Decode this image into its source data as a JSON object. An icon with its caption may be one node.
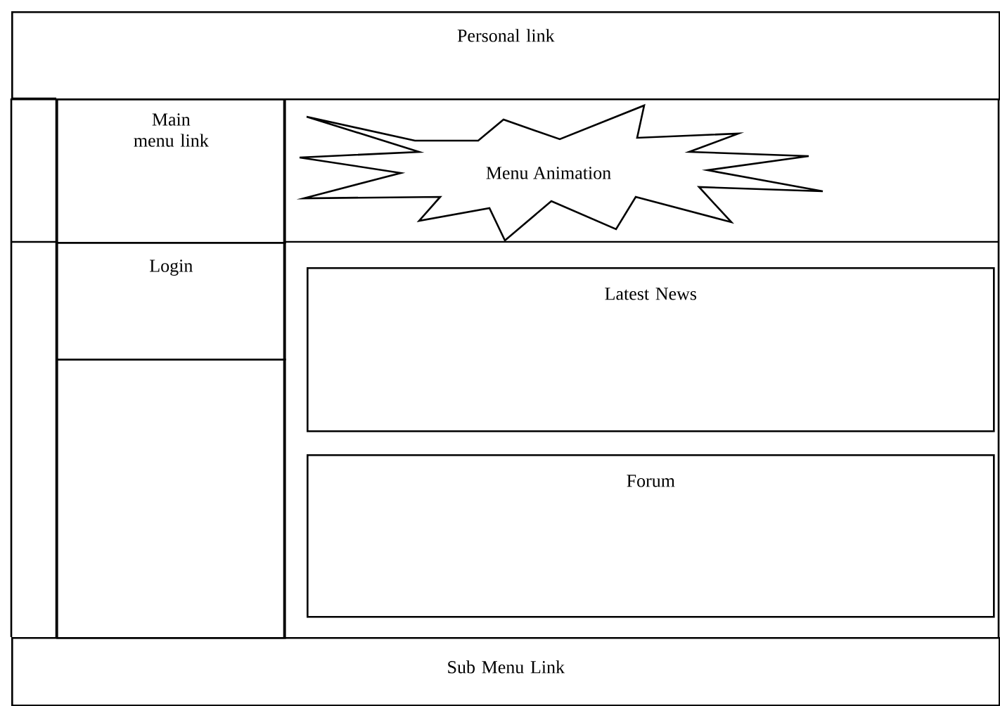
{
  "diagram": {
    "nodes": [
      {
        "text": [
          "Personal link"
        ]
      },
      {
        "text": [
          "Main menu link"
        ]
      },
      {
        "text": [
          "Menu Animation"
        ]
      },
      {
        "text": [
          "Login"
        ]
      },
      {
        "text": [],
        "shape": "box"
      },
      {
        "text": [
          "Latest News"
        ]
      },
      {
        "text": [
          "Forum"
        ]
      },
      {
        "text": [
          "Sub Menu Link"
        ]
      }
    ]
  }
}
